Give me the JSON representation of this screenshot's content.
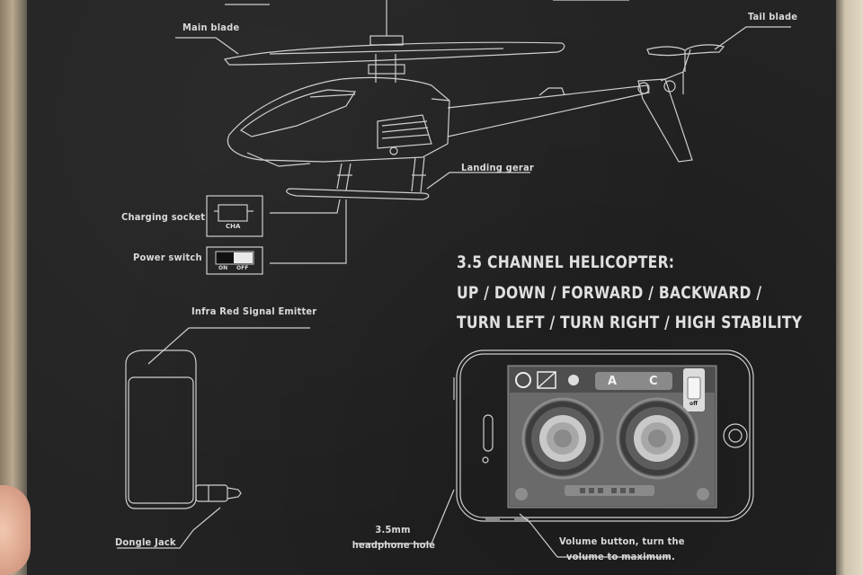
{
  "labels": {
    "main_blade": "Main blade",
    "tail_blade": "Tail blade",
    "landing_gear": "Landing gerar",
    "charging_socket": "Charging socket",
    "power_switch": "Power switch",
    "ir_emitter": "Infra Red Signal Emitter",
    "dongle_jack": "Dongle Jack",
    "headphone_hole_1": "3.5mm",
    "headphone_hole_2": "headphone hole",
    "volume_1": "Volume button, turn the",
    "volume_2": "volume to maximum."
  },
  "socket_text": "CHA",
  "switch": {
    "on": "ON",
    "off": "OFF"
  },
  "headline": {
    "line1": "3.5 CHANNEL HELICOPTER:",
    "line2": "UP / DOWN / FORWARD / BACKWARD /",
    "line3": "TURN LEFT / TURN RIGHT / HIGH STABILITY"
  },
  "app": {
    "mode_letters": [
      "A",
      "C"
    ],
    "toggle_text": "off"
  },
  "colors": {
    "ink": "#d9d9d9",
    "board": "#242424"
  }
}
